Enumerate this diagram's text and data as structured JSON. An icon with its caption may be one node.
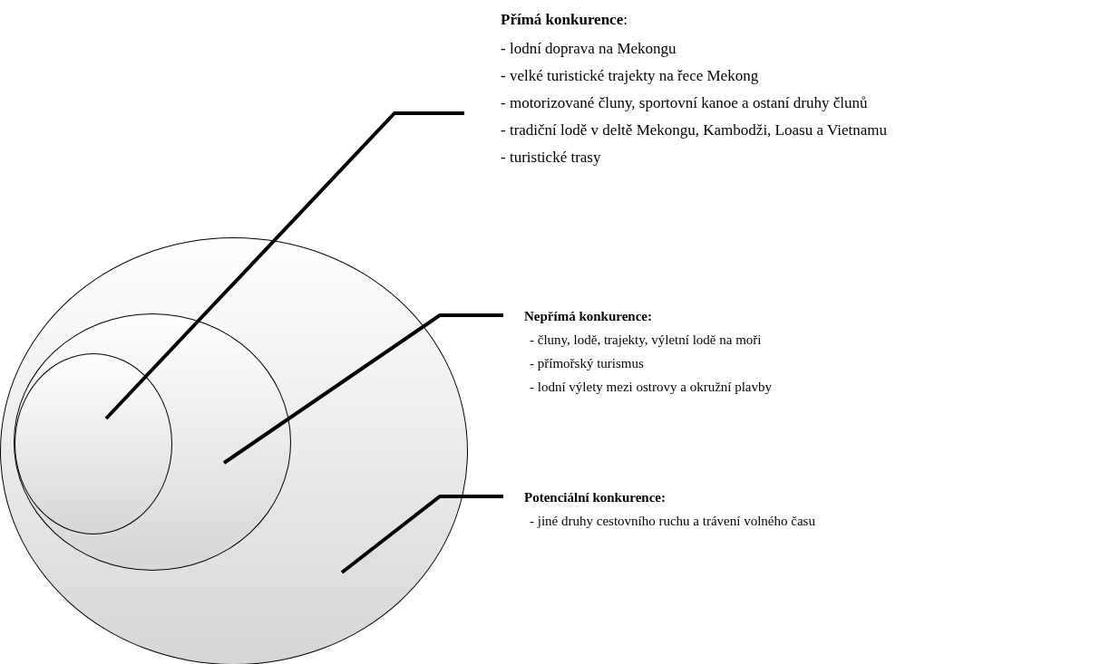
{
  "diagram": {
    "nodes": [
      {
        "text": [
          "**Přímá konkurence**:",
          "- lodní doprava na Mekongu",
          "- velké turistické trajekty na řece Mekong",
          "- motorizované čluny, sportovní kanoe a ostaní druhy člunů",
          "- tradiční lodě v deltě Mekongu, Kambodži, Loasu a Vietnamu",
          "- turistické trasy"
        ]
      },
      {
        "text": [],
        "shape": "circle"
      },
      {
        "text": [],
        "shape": "circle",
        "in": 1
      },
      {
        "text": [],
        "shape": "circle",
        "in": 2
      },
      {
        "text": [
          "Nepřímá konkurence:",
          "- čluny, lodě, trajekty, výletní lodě na moři",
          "- přímořský turismus",
          "- lodní výlety mezi ostrovy a okružní plavby"
        ]
      },
      {
        "text": [
          "Potenciální konkurence:",
          "- jiné  druhy cestovního ruchu a trávení volného času"
        ]
      }
    ],
    "edges": [
      {
        "from": 0,
        "to": 3,
        "arrow": "none"
      },
      {
        "from": 4,
        "to": 2,
        "arrow": "none"
      },
      {
        "from": 5,
        "to": 1,
        "arrow": "none"
      }
    ]
  }
}
